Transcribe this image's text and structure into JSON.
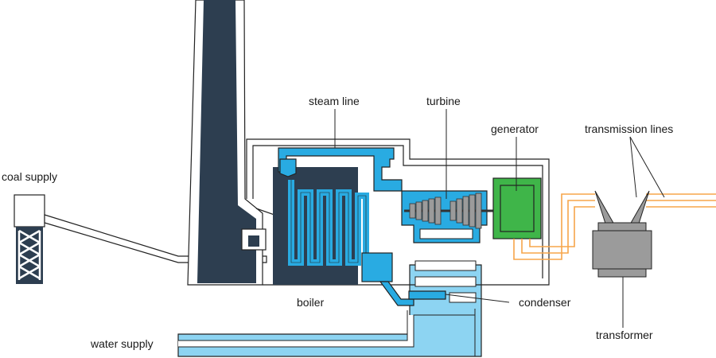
{
  "labels": {
    "coal_supply": "coal supply",
    "steam_line": "steam line",
    "turbine": "turbine",
    "generator": "generator",
    "transmission_lines": "transmission lines",
    "boiler": "boiler",
    "condenser": "condenser",
    "water_supply": "water supply",
    "transformer": "transformer"
  },
  "colors": {
    "chimney": "#2d3e50",
    "steam": "#29abe2",
    "water": "#8dd4f2",
    "generator": "#3fb549",
    "power_line": "#f7a54a",
    "transformer": "#9b9b9b",
    "outline": "#222222"
  }
}
